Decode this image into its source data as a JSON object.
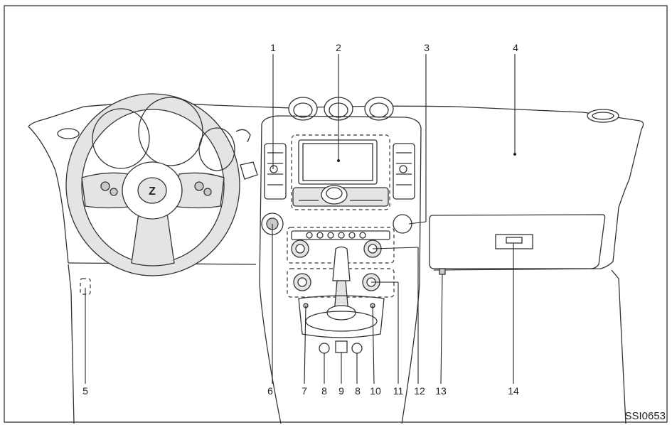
{
  "callouts": [
    "1",
    "2",
    "3",
    "4",
    "5",
    "6",
    "7",
    "8",
    "9",
    "10",
    "11",
    "12",
    "13",
    "14"
  ],
  "bottom_label_8b": "8",
  "figure_code": "SSI0653",
  "steering_badge": "Z"
}
